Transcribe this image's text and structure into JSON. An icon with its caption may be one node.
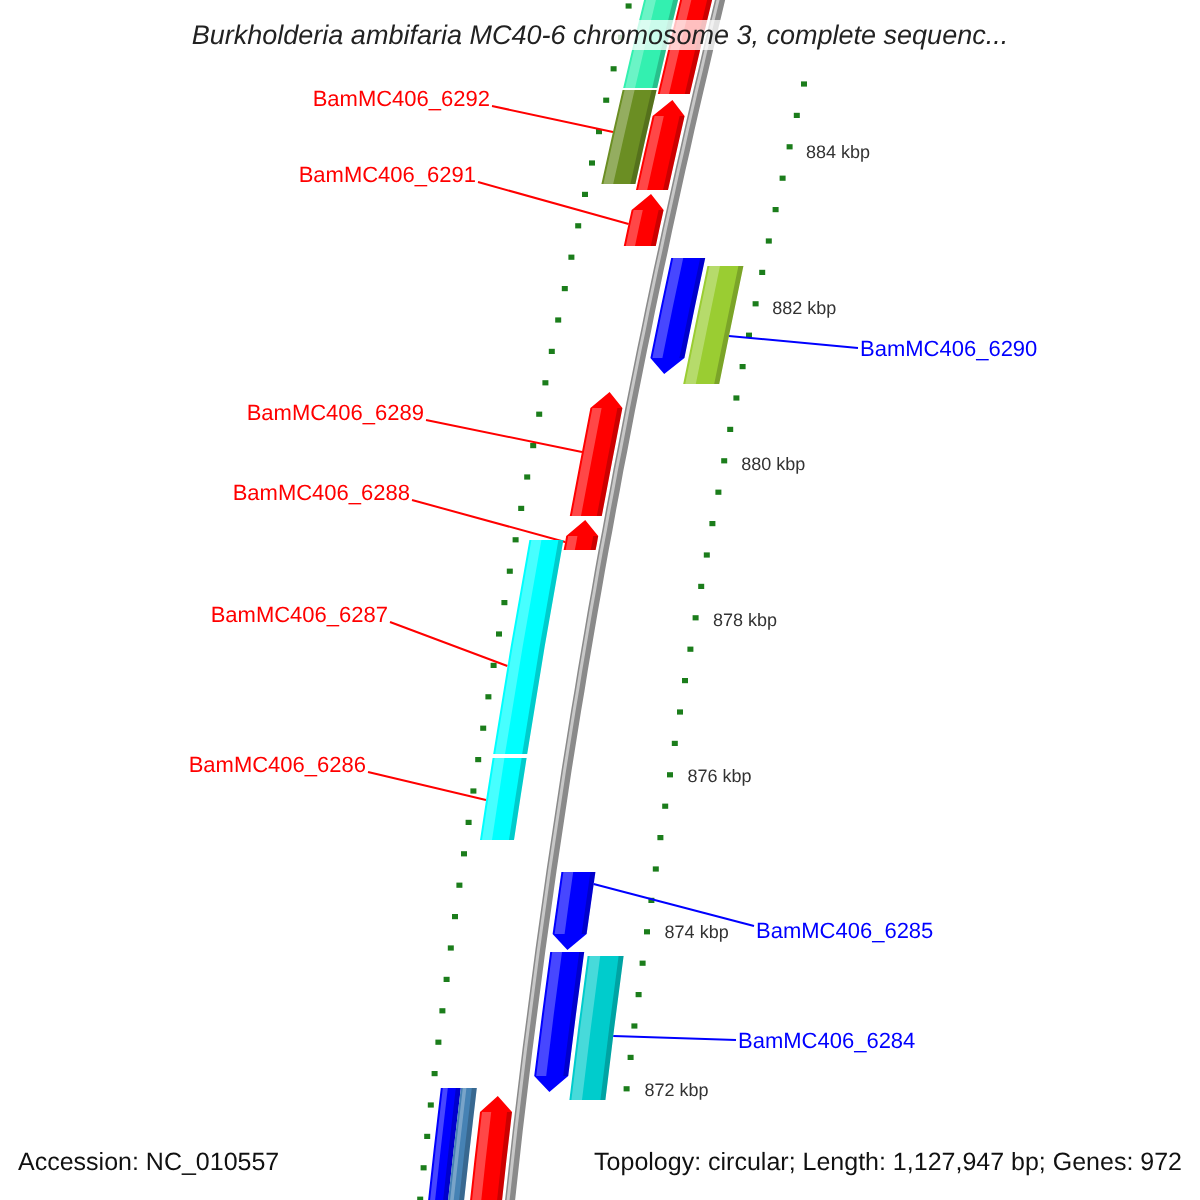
{
  "diagram": {
    "title": "Burkholderia ambifaria MC40-6 chromosome 3, complete sequenc...",
    "nodes": [
      {
        "text": [
          "BamMC406_6292"
        ]
      },
      {
        "text": [],
        "shape": "bar"
      },
      {
        "text": [
          "BamMC406_6291"
        ]
      },
      {
        "text": [],
        "shape": "arrow"
      },
      {
        "text": [
          "BamMC406_6290"
        ]
      },
      {
        "text": [],
        "shape": "bar"
      },
      {
        "text": [
          "BamMC406_6289"
        ]
      },
      {
        "text": [],
        "shape": "arrow"
      },
      {
        "text": [
          "BamMC406_6288"
        ]
      },
      {
        "text": [],
        "shape": "arrow"
      },
      {
        "text": [
          "BamMC406_6287"
        ]
      },
      {
        "text": [],
        "shape": "bar"
      },
      {
        "text": [
          "BamMC406_6286"
        ]
      },
      {
        "text": [],
        "shape": "bar"
      },
      {
        "text": [
          "BamMC406_6285"
        ]
      },
      {
        "text": [],
        "shape": "arrow"
      },
      {
        "text": [
          "BamMC406_6284"
        ]
      },
      {
        "text": [],
        "shape": "bar"
      },
      {
        "text": [],
        "shape": "bar"
      },
      {
        "text": [],
        "shape": "bar"
      },
      {
        "text": [],
        "shape": "arrow"
      },
      {
        "text": [],
        "shape": "arrow"
      },
      {
        "text": [],
        "shape": "arrow"
      },
      {
        "text": [],
        "shape": "bar"
      },
      {
        "text": [],
        "shape": "bar"
      },
      {
        "text": [],
        "shape": "arrow"
      }
    ],
    "edges": [
      {
        "from": 0,
        "to": 1,
        "arrow": "none"
      },
      {
        "from": 2,
        "to": 3,
        "arrow": "none"
      },
      {
        "from": 4,
        "to": 5,
        "arrow": "none",
        "color": "#0000ff"
      },
      {
        "from": 6,
        "to": 7,
        "arrow": "none"
      },
      {
        "from": 8,
        "to": 9,
        "arrow": "none"
      },
      {
        "from": 10,
        "to": 11,
        "arrow": "none"
      },
      {
        "from": 12,
        "to": 13,
        "arrow": "none"
      },
      {
        "from": 14,
        "to": 15,
        "arrow": "none",
        "color": "#0000ff"
      },
      {
        "from": 16,
        "to": 17,
        "arrow": "none",
        "color": "#0000ff"
      }
    ],
    "labels": [
      "884 kbp",
      "882 kbp",
      "880 kbp",
      "878 kbp",
      "876 kbp",
      "874 kbp",
      "872 kbp",
      "Accession: NC_010557",
      "Topology: circular; Length: 1,127,947 bp; Genes: 972"
    ]
  }
}
